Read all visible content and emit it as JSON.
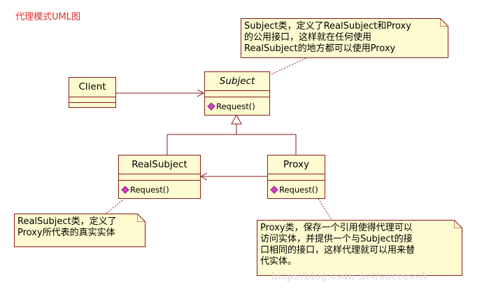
{
  "title": "代理模式UML图",
  "classes": {
    "client": {
      "name": "Client"
    },
    "subject": {
      "name": "Subject",
      "operation": "Request()"
    },
    "realsubject": {
      "name": "RealSubject",
      "operation": "Request()"
    },
    "proxy": {
      "name": "Proxy",
      "operation": "Request()"
    }
  },
  "notes": {
    "subject_note": [
      "Subject类，定义了RealSubject和Proxy",
      "的公用接口，这样就在任何使用",
      "RealSubject的地方都可以使用Proxy"
    ],
    "realsubject_note": [
      "RealSubject类，定义了",
      "Proxy所代表的真实实体"
    ],
    "proxy_note": [
      "Proxy类，保存一个引用使得代理可以",
      "访问实体，并提供一个与Subject的接",
      "口相同的接口，这样代理就可以用来替",
      "代实体。"
    ]
  },
  "watermark": "http://blog.csdn.net/successA",
  "colors": {
    "fill": "#fffbd0",
    "border": "#8b1a1a",
    "title": "#e0302a",
    "operation_marker": "#d040c0"
  }
}
